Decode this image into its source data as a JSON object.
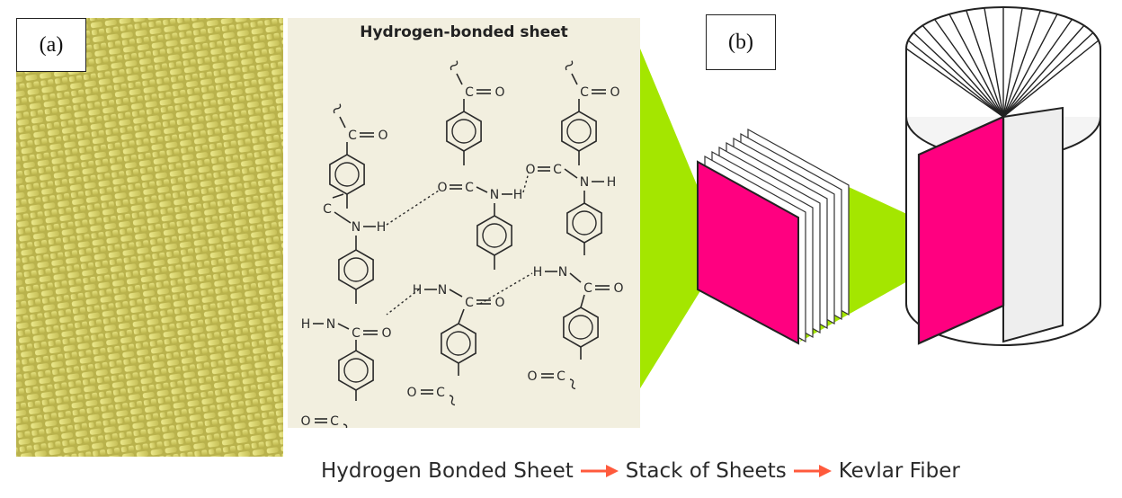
{
  "panel_a": {
    "label": "(a)"
  },
  "panel_b": {
    "label": "(b)"
  },
  "sheet": {
    "title": "Hydrogen-bonded sheet",
    "atoms": {
      "carbon": "C",
      "oxygen": "O",
      "nitrogen": "N",
      "hydrogen": "H",
      "double_bond": "=",
      "single_bond": "—"
    }
  },
  "caption": {
    "step1": "Hydrogen Bonded Sheet",
    "step2": "Stack of Sheets",
    "step3": "Kevlar Fiber"
  },
  "colors": {
    "fabric": "#d8d36a",
    "sheet_bg": "#f2efdf",
    "wedge": "#a4e600",
    "sheet_front": "#ff0080",
    "caption_arrow": "#ff5a3c"
  },
  "icons": [
    "right-arrow-icon"
  ]
}
